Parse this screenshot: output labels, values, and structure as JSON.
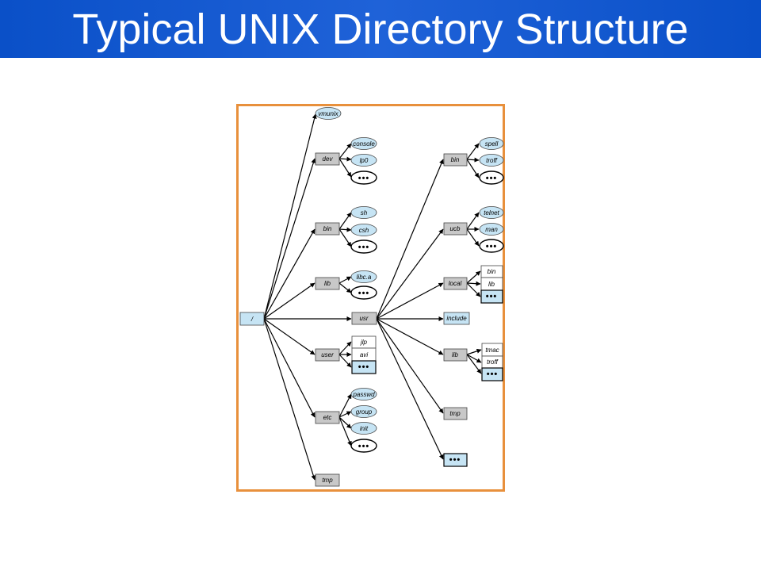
{
  "slide": {
    "title": "Typical UNIX Directory Structure",
    "title_color": "#ffffff",
    "bar_color": "#1a5fd6",
    "frame_color": "#e8903c"
  },
  "diagram": {
    "colors": {
      "directory": "#c8c8c8",
      "file": "#c6e4f4",
      "ellipsis": "#ffffff"
    },
    "root": "/",
    "root_children": {
      "vmunix": "vmunix",
      "dev": "dev",
      "dev_console": "console",
      "dev_lp0": "lp0",
      "dev_more": "•••",
      "bin": "bin",
      "bin_sh": "sh",
      "bin_csh": "csh",
      "bin_more": "•••",
      "lib": "lib",
      "lib_libc": "libc.a",
      "lib_more": "•••",
      "usr": "usr",
      "user": "user",
      "user_jlp": "jlp",
      "user_avi": "avi",
      "user_more": "•••",
      "etc": "etc",
      "etc_passwd": "passwd",
      "etc_group": "group",
      "etc_init": "init",
      "etc_more": "•••",
      "tmp": "tmp"
    },
    "usr_children": {
      "bin": "bin",
      "bin_spell": "spell",
      "bin_troff": "troff",
      "bin_more": "•••",
      "ucb": "ucb",
      "ucb_telnet": "telnet",
      "ucb_man": "man",
      "ucb_more": "•••",
      "local": "local",
      "local_bin": "bin",
      "local_lib": "lib",
      "local_more": "•••",
      "include": "include",
      "lib": "lib",
      "lib_tmac": "tmac",
      "lib_troff": "troff",
      "lib_more": "•••",
      "tmp": "tmp",
      "more": "•••"
    }
  }
}
